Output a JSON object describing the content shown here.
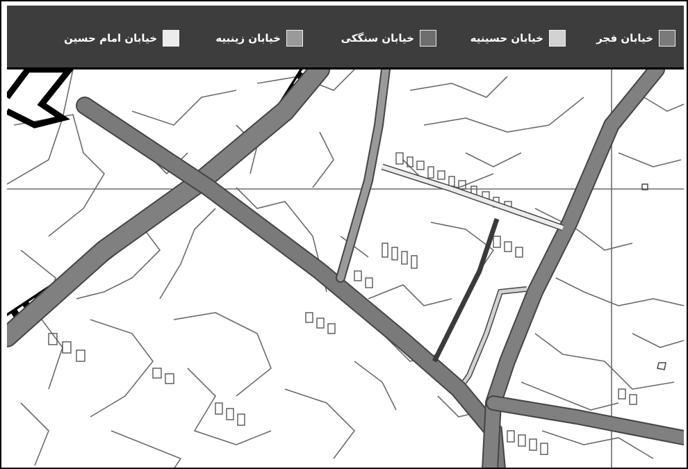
{
  "legend": {
    "items": [
      {
        "label": "خیابان فجر",
        "color": "#7a7a7a"
      },
      {
        "label": "خیابان حسینیه",
        "color": "#d2d2d2"
      },
      {
        "label": "خیابان سنگکی",
        "color": "#6e6e6e"
      },
      {
        "label": "خیابان زینبیه",
        "color": "#9a9a9a"
      },
      {
        "label": "خیابان امام حسین",
        "color": "#ececec"
      }
    ]
  },
  "colors": {
    "legend_background": "#3d3d3d",
    "map_background": "#ffffff",
    "parcel_lines": "#6a6a6a",
    "main_road": "#808080"
  }
}
